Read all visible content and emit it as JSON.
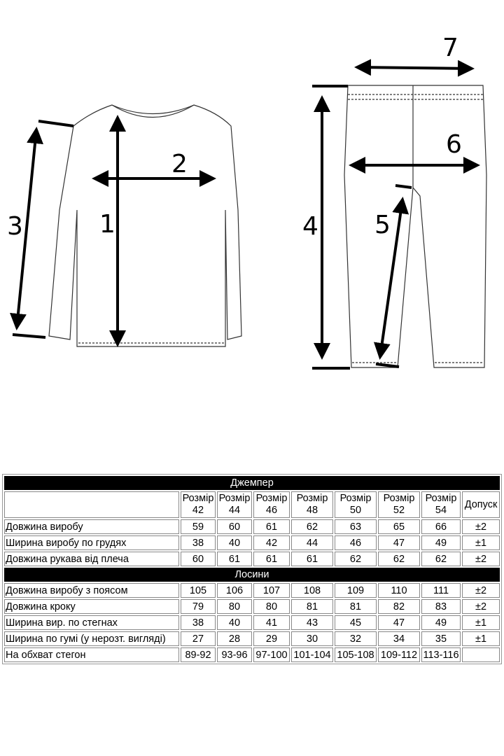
{
  "diagram": {
    "labels": [
      "1",
      "2",
      "3",
      "4",
      "5",
      "6",
      "7"
    ]
  },
  "table": {
    "sizes": [
      "Розмір 42",
      "Розмір 44",
      "Розмір 46",
      "Розмір 48",
      "Розмір 50",
      "Розмір 52",
      "Розмір 54"
    ],
    "size_word": "Розмір",
    "size_numbers": [
      "42",
      "44",
      "46",
      "48",
      "50",
      "52",
      "54"
    ],
    "tolerance_header": "Допуск",
    "sections": [
      {
        "title": "Джемпер",
        "rows": [
          {
            "label": "Довжина виробу",
            "values": [
              "59",
              "60",
              "61",
              "62",
              "63",
              "65",
              "66"
            ],
            "tol": "±2"
          },
          {
            "label": "Ширина виробу по грудях",
            "values": [
              "38",
              "40",
              "42",
              "44",
              "46",
              "47",
              "49"
            ],
            "tol": "±1"
          },
          {
            "label": "Довжина рукава від плеча",
            "values": [
              "60",
              "61",
              "61",
              "61",
              "62",
              "62",
              "62"
            ],
            "tol": "±2"
          }
        ]
      },
      {
        "title": "Лосини",
        "rows": [
          {
            "label": "Довжина виробу з поясом",
            "values": [
              "105",
              "106",
              "107",
              "108",
              "109",
              "110",
              "111"
            ],
            "tol": "±2"
          },
          {
            "label": "Довжина кроку",
            "values": [
              "79",
              "80",
              "80",
              "81",
              "81",
              "82",
              "83"
            ],
            "tol": "±2"
          },
          {
            "label": "Ширина вир. по стегнах",
            "values": [
              "38",
              "40",
              "41",
              "43",
              "45",
              "47",
              "49"
            ],
            "tol": "±1"
          },
          {
            "label": "Ширина по гумі (у нерозт. вигляді)",
            "values": [
              "27",
              "28",
              "29",
              "30",
              "32",
              "34",
              "35"
            ],
            "tol": "±1"
          },
          {
            "label": "На обхват стегон",
            "values": [
              "89-92",
              "93-96",
              "97-100",
              "101-104",
              "105-108",
              "109-112",
              "113-116"
            ],
            "tol": ""
          }
        ]
      }
    ]
  }
}
